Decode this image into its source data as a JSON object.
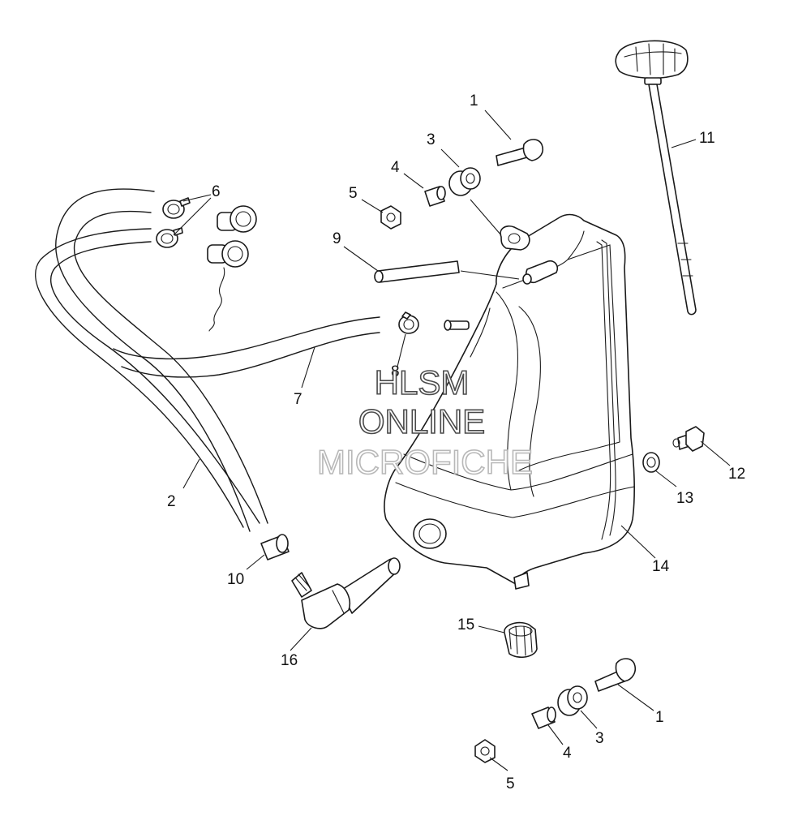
{
  "callouts": [
    {
      "id": "c1a",
      "label": "1"
    },
    {
      "id": "c1b",
      "label": "1"
    },
    {
      "id": "c2",
      "label": "2"
    },
    {
      "id": "c3a",
      "label": "3"
    },
    {
      "id": "c3b",
      "label": "3"
    },
    {
      "id": "c4a",
      "label": "4"
    },
    {
      "id": "c4b",
      "label": "4"
    },
    {
      "id": "c5a",
      "label": "5"
    },
    {
      "id": "c5b",
      "label": "5"
    },
    {
      "id": "c6",
      "label": "6"
    },
    {
      "id": "c7",
      "label": "7"
    },
    {
      "id": "c8",
      "label": "8"
    },
    {
      "id": "c9",
      "label": "9"
    },
    {
      "id": "c10",
      "label": "10"
    },
    {
      "id": "c11",
      "label": "11"
    },
    {
      "id": "c12",
      "label": "12"
    },
    {
      "id": "c13",
      "label": "13"
    },
    {
      "id": "c14",
      "label": "14"
    },
    {
      "id": "c15",
      "label": "15"
    },
    {
      "id": "c16",
      "label": "16"
    }
  ],
  "watermark": {
    "line1": "HLSM",
    "line2": "ONLINE",
    "line3": "MICROFICHE"
  },
  "colors": {
    "line": "#1a1a1a",
    "watermark_dark": "#4a4a4a",
    "watermark_light": "#b8b8b8"
  }
}
